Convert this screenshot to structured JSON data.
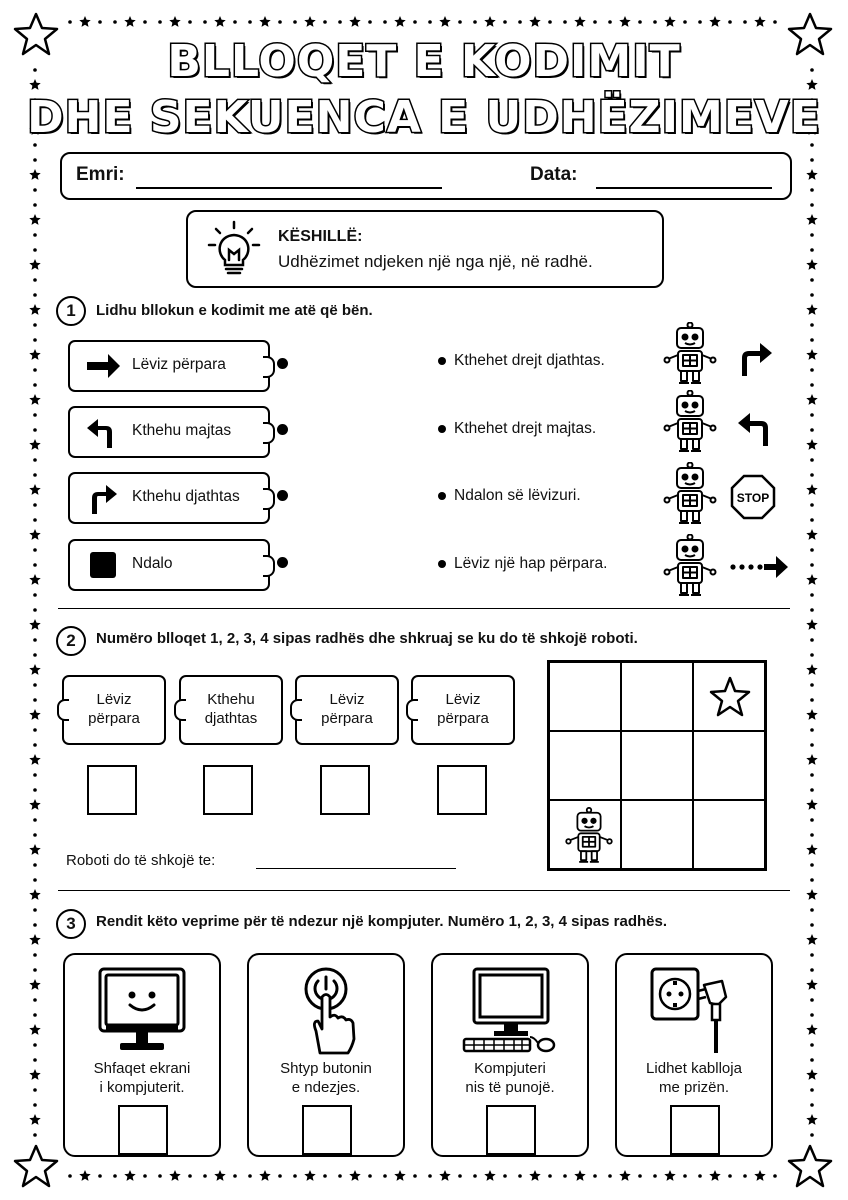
{
  "title": {
    "line1": "BLLOQET E KODIMIT",
    "line2": "DHE SEKUENCA E UDHËZIMEVE"
  },
  "header": {
    "name_label": "Emri:",
    "date_label": "Data:"
  },
  "tip": {
    "icon": "lightbulb-icon",
    "title": "KËSHILLË:",
    "text": "Udhëzimet ndjeken një nga një, në radhë."
  },
  "q1": {
    "number": "1",
    "instruction": "Lidhu bllokun e kodimit me atë që bën.",
    "blocks": [
      {
        "label": "Lëviz përpara",
        "icon": "arrow-right-icon"
      },
      {
        "label": "Kthehu majtas",
        "icon": "turn-left-icon"
      },
      {
        "label": "Kthehu djathtas",
        "icon": "turn-right-icon"
      },
      {
        "label": "Ndalo",
        "icon": "stop-square-icon"
      }
    ],
    "results": [
      {
        "text": "Kthehet drejt djathtas.",
        "icon": "turn-right-icon"
      },
      {
        "text": "Kthehet drejt majtas.",
        "icon": "turn-left-icon"
      },
      {
        "text": "Ndalon së lëvizuri.",
        "icon": "stop-sign-icon",
        "sign_text": "STOP"
      },
      {
        "text": "Lëviz një hap përpara.",
        "icon": "dotted-arrow-icon"
      }
    ]
  },
  "q2": {
    "number": "2",
    "instruction": "Numëro blloqet 1, 2, 3, 4 sipas radhës dhe shkruaj se ku do të shkojë roboti.",
    "blocks": [
      {
        "line1": "Lëviz",
        "line2": "përpara"
      },
      {
        "line1": "Kthehu",
        "line2": "djathtas"
      },
      {
        "line1": "Lëviz",
        "line2": "përpara"
      },
      {
        "line1": "Lëviz",
        "line2": "përpara"
      }
    ],
    "answer_label": "Roboti do të shkojë te:"
  },
  "q3": {
    "number": "3",
    "instruction": "Rendit këto veprime për të ndezur një kompjuter. Numëro 1, 2, 3, 4 sipas radhës.",
    "cards": [
      {
        "line1": "Shfaqet ekrani",
        "line2": "i kompjuterit.",
        "icon": "smiling-monitor-icon"
      },
      {
        "line1": "Shtyp butonin",
        "line2": "e ndezjes.",
        "icon": "power-button-press-icon"
      },
      {
        "line1": "Kompjuteri",
        "line2": "nis të punojë.",
        "icon": "desktop-computer-icon"
      },
      {
        "line1": "Lidhet kablloja",
        "line2": "me prizën.",
        "icon": "plug-socket-icon"
      }
    ]
  }
}
